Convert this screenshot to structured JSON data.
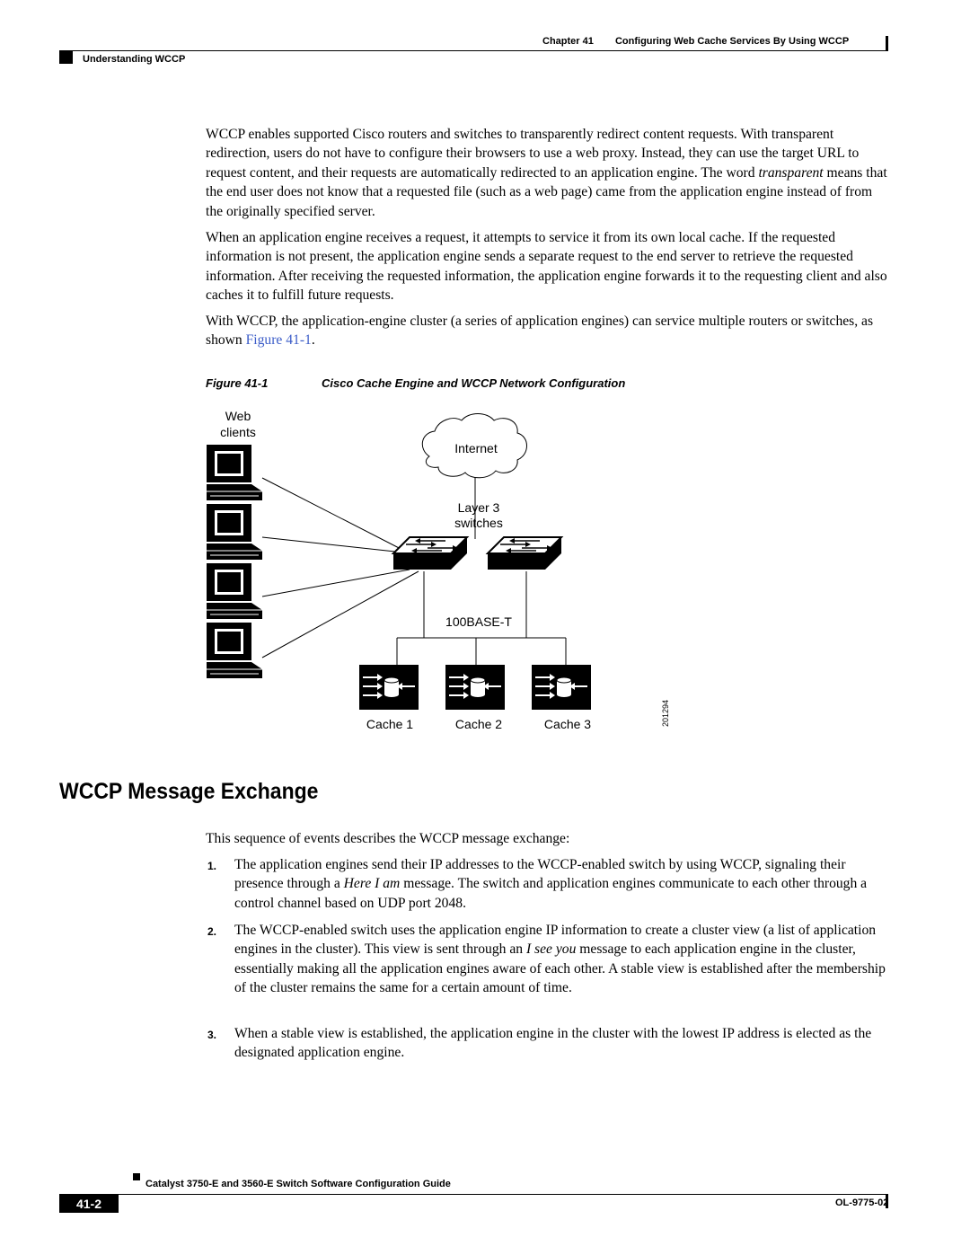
{
  "header": {
    "chapter": "Chapter 41",
    "chapter_title": "Configuring Web Cache Services By Using WCCP",
    "section": "Understanding WCCP"
  },
  "intro": {
    "p1_a": "WCCP enables supported Cisco routers and switches to transparently redirect content requests. With transparent redirection, users do not have to configure their browsers to use a web proxy. Instead, they can use the target URL to request content, and their requests are automatically redirected to an application engine. The word ",
    "p1_em": "transparent",
    "p1_b": " means that the end user does not know that a requested file (such as a web page) came from the application engine instead of from the originally specified server.",
    "p2": "When an application engine receives a request, it attempts to service it from its own local cache. If the requested information is not present, the application engine sends a separate request to the end server to retrieve the requested information. After receiving the requested information, the application engine forwards it to the requesting client and also caches it to fulfill future requests.",
    "p3_a": "With WCCP, the application-engine cluster (a series of application engines) can service multiple routers or switches, as shown ",
    "p3_link": "Figure 41-1",
    "p3_b": "."
  },
  "figure": {
    "number": "Figure 41-1",
    "caption": "Cisco Cache Engine and WCCP Network Configuration",
    "labels": {
      "web": "Web",
      "clients": "clients",
      "internet": "Internet",
      "layer3": "Layer 3",
      "switches": "switches",
      "base_t": "100BASE-T",
      "cache1": "Cache 1",
      "cache2": "Cache 2",
      "cache3": "Cache 3",
      "art_id": "201294"
    }
  },
  "section": {
    "heading": "WCCP Message Exchange",
    "intro": "This sequence of events describes the WCCP message exchange:",
    "items": [
      {
        "num": "1.",
        "a": "The application engines send their IP addresses to the WCCP-enabled switch by using WCCP, signaling their presence through a ",
        "em": "Here I am",
        "b": " message. The switch and application engines communicate to each other through a control channel based on UDP port 2048."
      },
      {
        "num": "2.",
        "a": "The WCCP-enabled switch uses the application engine IP information to create a cluster view (a list of application engines in the cluster). This view is sent through an ",
        "em": "I see you",
        "b": " message to each application engine in the cluster, essentially making all the application engines aware of each other. A stable view is established after the membership of the cluster remains the same for a certain amount of time."
      },
      {
        "num": "3.",
        "a": "When a stable view is established, the application engine in the cluster with the lowest IP address is elected as the designated application engine.",
        "em": "",
        "b": ""
      }
    ]
  },
  "footer": {
    "guide_title": "Catalyst 3750-E and 3560-E Switch Software Configuration Guide",
    "page": "41-2",
    "doc_id": "OL-9775-02"
  }
}
